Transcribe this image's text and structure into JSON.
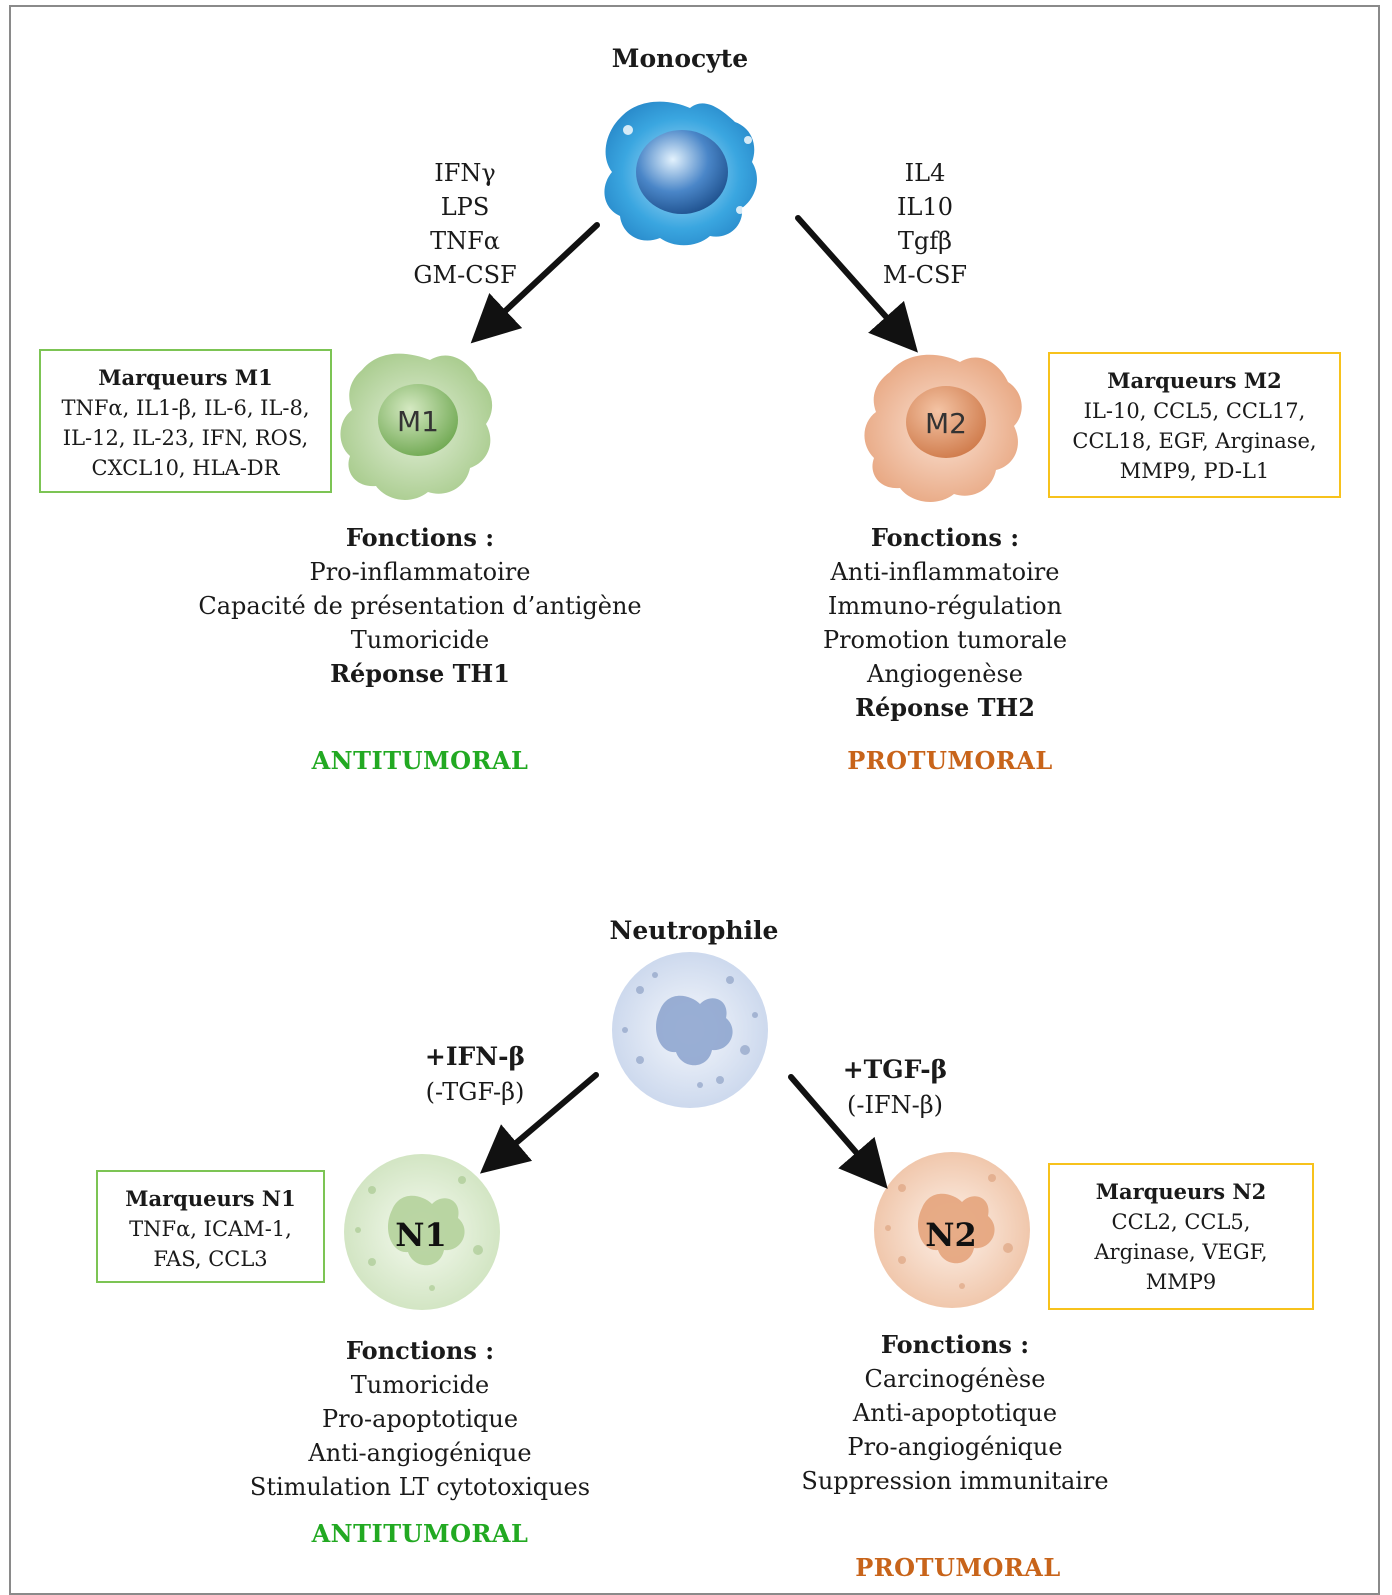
{
  "monocyte": {
    "title": "Monocyte",
    "left_stimuli": [
      "IFNγ",
      "LPS",
      "TNFα",
      "GM-CSF"
    ],
    "right_stimuli": [
      "IL4",
      "IL10",
      "Tgfβ",
      "M-CSF"
    ],
    "m1": {
      "cell_label": "M1",
      "markers_title": "Marqueurs M1",
      "markers": [
        "TNFα, IL1-β, IL-6, IL-8,",
        "IL-12, IL-23, IFN, ROS,",
        "CXCL10, HLA-DR"
      ],
      "functions_title": "Fonctions :",
      "functions": [
        "Pro-inflammatoire",
        "Capacité de présentation d’antigène",
        "Tumoricide"
      ],
      "response": "Réponse TH1",
      "tag": "ANTITUMORAL"
    },
    "m2": {
      "cell_label": "M2",
      "markers_title": "Marqueurs M2",
      "markers": [
        "IL-10, CCL5, CCL17,",
        "CCL18, EGF, Arginase,",
        "MMP9, PD-L1"
      ],
      "functions_title": "Fonctions :",
      "functions": [
        "Anti-inflammatoire",
        "Immuno-régulation",
        "Promotion tumorale",
        "Angiogenèse"
      ],
      "response": "Réponse TH2",
      "tag": "PROTUMORAL"
    }
  },
  "neutrophile": {
    "title": "Neutrophile",
    "left_stimuli": {
      "main": "+IFN-β",
      "secondary": "(-TGF-β)"
    },
    "right_stimuli": {
      "main": "+TGF-β",
      "secondary": "(-IFN-β)"
    },
    "n1": {
      "cell_label": "N1",
      "markers_title": "Marqueurs N1",
      "markers": [
        "TNFα, ICAM-1,",
        "FAS, CCL3"
      ],
      "functions_title": "Fonctions :",
      "functions": [
        "Tumoricide",
        "Pro-apoptotique",
        "Anti-angiogénique",
        "Stimulation LT cytotoxiques"
      ],
      "tag": "ANTITUMORAL"
    },
    "n2": {
      "cell_label": "N2",
      "markers_title": "Marqueurs N2",
      "markers": [
        "CCL2, CCL5,",
        "Arginase, VEGF,",
        "MMP9"
      ],
      "functions_title": "Fonctions :",
      "functions": [
        "Carcinogénèse",
        "Anti-apoptotique",
        "Pro-angiogénique",
        "Suppression immunitaire"
      ],
      "tag": "PROTUMORAL"
    }
  },
  "colors": {
    "antitumoral": "#22a922",
    "protumoral": "#c8641a",
    "m1_box_border": "#7cc454",
    "m2_box_border": "#f7c21c",
    "monocyte_cell": "#3aa6e0",
    "m1_cell": "#a9cc8e",
    "m2_cell": "#e8a883",
    "neutrophile_cell": "#c9d6ec"
  },
  "icons": [
    "monocyte-cell-icon",
    "m1-macrophage-icon",
    "m2-macrophage-icon",
    "neutrophil-cell-icon",
    "n1-neutrophil-icon",
    "n2-neutrophil-icon",
    "arrow-icon"
  ]
}
